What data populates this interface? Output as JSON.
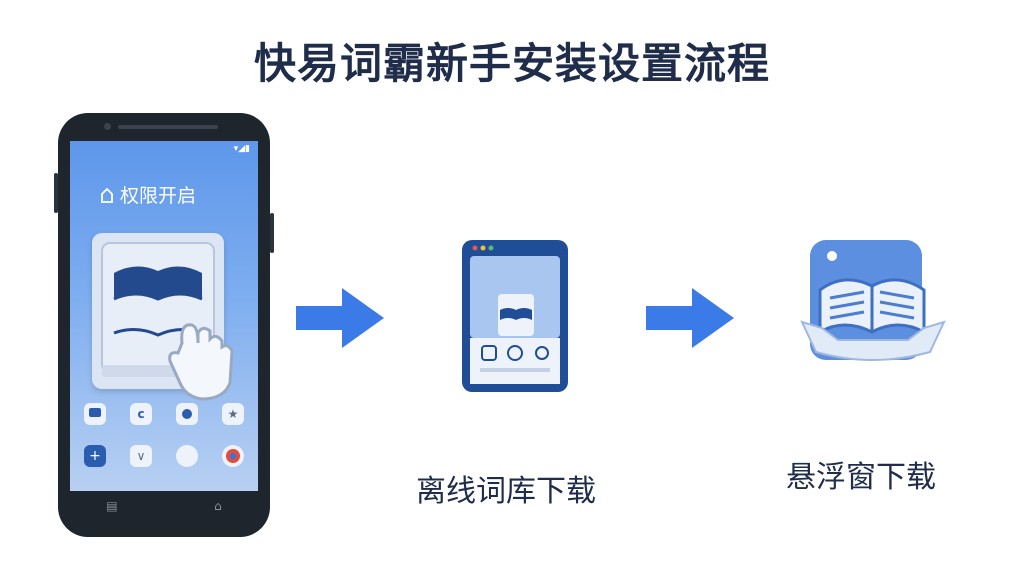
{
  "title": "快易词霸新手安装设置流程",
  "phone_screen": {
    "status_icons": "▾◢▮",
    "permission_label": "权限开启"
  },
  "steps": [
    {
      "label": "离线词库下载"
    },
    {
      "label": "悬浮窗下载"
    }
  ],
  "colors": {
    "accent_blue": "#3b7be8",
    "dark_navy": "#1f2d4a",
    "phone_body": "#1e252d",
    "light_blue": "#dbe5f3"
  },
  "icons": [
    "home-icon",
    "book-icon",
    "hand-icon",
    "arrow-right-icon",
    "tablet-icon",
    "floating-window-icon"
  ]
}
